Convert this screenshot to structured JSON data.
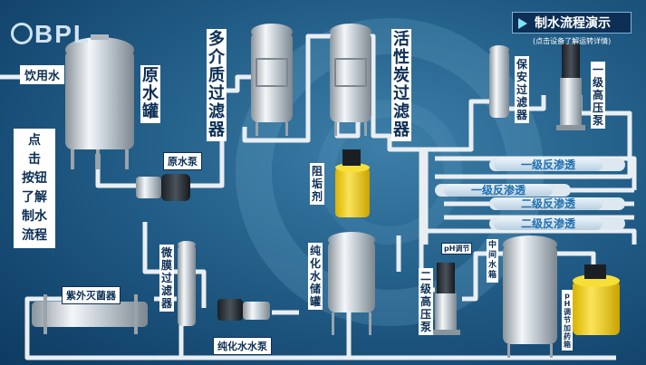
{
  "brand": {
    "logo_text": "BPL"
  },
  "title": {
    "demo_button": "制水流程演示",
    "demo_sub": "(点击设备了解运转详情)"
  },
  "hint": {
    "chars": [
      "点",
      "击",
      "按",
      "钮",
      "了",
      "解",
      "制",
      "水",
      "流",
      "程"
    ]
  },
  "labels": {
    "drinking_water": "饮用水",
    "raw_tank": "原水罐",
    "raw_pump": "原水泵",
    "multi_filter": "多介质过滤器",
    "carbon_filter": "活性炭过滤器",
    "scale_inhibitor": "阻垢剂",
    "security_filter": "保安过滤器",
    "stage1_pump": "一级高压泵",
    "ro1_a": "一级反渗透",
    "ro1_b": "一级反渗透",
    "ro2_a": "二级反渗透",
    "ro2_b": "二级反渗透",
    "mid_tank": "中间水箱",
    "stage2_pump": "二级高压泵",
    "ph_adjust": "pH调节",
    "ph_dosing": "pH调节加药箱",
    "micro_filter": "微膜过滤器",
    "uv": "紫外灭菌器",
    "pure_tank": "纯化水储罐",
    "pure_pump": "纯化水水泵"
  },
  "colors": {
    "pipe": "#e9eef2",
    "label_text": "#0d2f55",
    "bg": "#1f5a85",
    "accent": "#7fe3ff",
    "dosing_tank": "#f4d320"
  }
}
